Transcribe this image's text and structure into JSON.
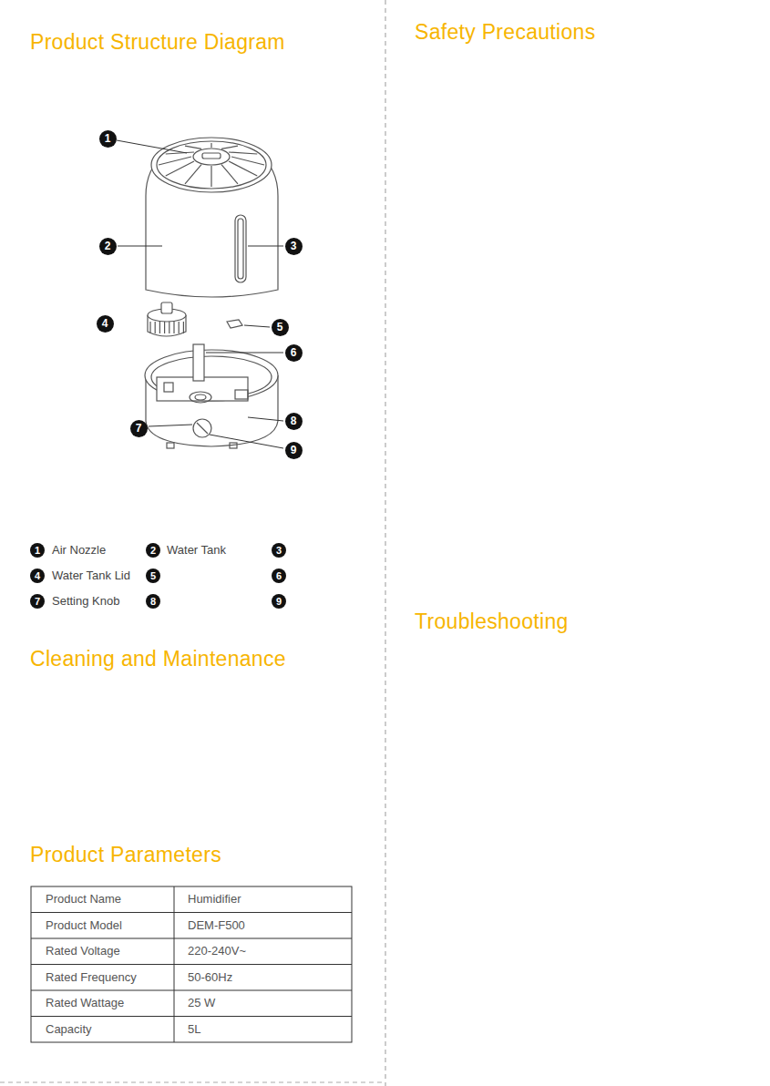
{
  "diagram": {
    "title": "Product Structure Diagram",
    "labels": [
      "1",
      "2",
      "3",
      "4",
      "5",
      "6",
      "7",
      "8",
      "9",
      "1",
      "Air Nozzle",
      "2",
      "Water Tank",
      "3",
      "4",
      "Water Tank Lid",
      "5",
      "6",
      "7",
      "Setting Knob",
      "8",
      "9",
      "Safety Precautions",
      "Cleaning and Maintenance",
      "Product Parameters",
      "Troubleshooting",
      "Product Name",
      "Humidifier",
      "Product Model",
      "DEM-F500",
      "Rated Voltage",
      "220-240V~",
      "Rated Frequency",
      "50-60Hz",
      "Rated Wattage",
      "25 W",
      "Capacity",
      "5L"
    ]
  }
}
